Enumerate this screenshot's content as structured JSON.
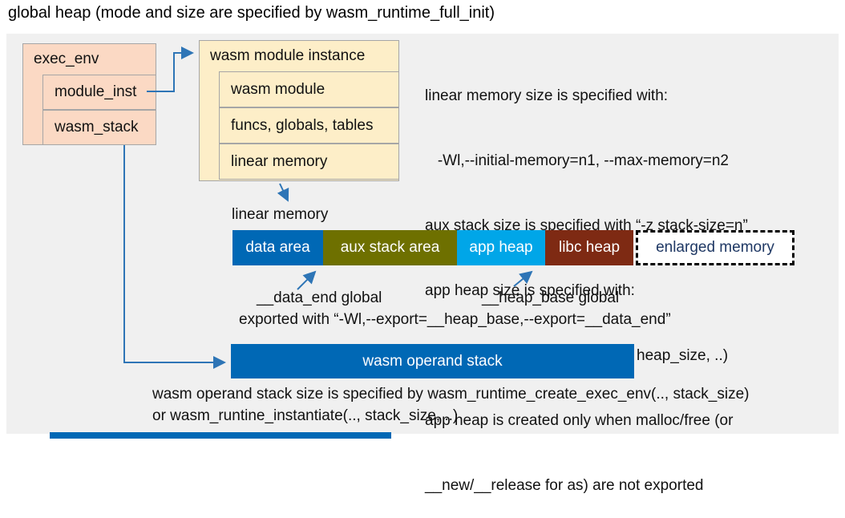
{
  "title": "global heap (mode and size are specified by wasm_runtime_full_init)",
  "colors": {
    "panel_bg": "#f0f0f0",
    "struct_salmon": "#fbd9c4",
    "struct_cream": "#fdeec8",
    "box_border": "#a6a6a6",
    "intel_blue": "#0068b5",
    "olive": "#6e7000",
    "cyan": "#00a6e8",
    "brick": "#7e2a13",
    "arrow_blue": "#2e75b6",
    "enlarged_text_navy": "#1f3864"
  },
  "exec_env": {
    "title": "exec_env",
    "fields": [
      {
        "label": "module_inst"
      },
      {
        "label": "wasm_stack"
      }
    ]
  },
  "module_instance": {
    "title": "wasm module instance",
    "fields": [
      {
        "label": "wasm module"
      },
      {
        "label": "funcs, globals, tables"
      },
      {
        "label": "linear memory"
      }
    ]
  },
  "right_notes": {
    "lines": [
      "linear memory size is specified with:",
      "   -Wl,--initial-memory=n1, --max-memory=n2",
      "aux stack size is specified with “-z stack-size=n”",
      "app heap size is specified with:",
      "   wasm_runtime_instantiate(.., heap_size, ..)",
      "app heap is created only when malloc/free (or",
      "__new/__release for as) are not exported"
    ]
  },
  "linear_memory": {
    "label": "linear memory",
    "segments": [
      {
        "label": "data area",
        "color": "#0068b5"
      },
      {
        "label": "aux stack area",
        "color": "#6e7000"
      },
      {
        "label": "app heap",
        "color": "#00a6e8"
      },
      {
        "label": "libc heap",
        "color": "#7e2a13"
      },
      {
        "label": "enlarged memory",
        "color": "#ffffff",
        "border": "dashed"
      }
    ],
    "annotations": {
      "data_end": "__data_end global",
      "heap_base": "__heap_base global",
      "exported": "exported with “-Wl,--export=__heap_base,--export=__data_end”"
    }
  },
  "operand_stack": {
    "label": "wasm operand stack",
    "note_line1": "wasm operand stack size is specified by wasm_runtime_create_exec_env(.., stack_size)",
    "note_line2": "or wasm_runtine_instantiate(.., stack_size, ..)"
  }
}
